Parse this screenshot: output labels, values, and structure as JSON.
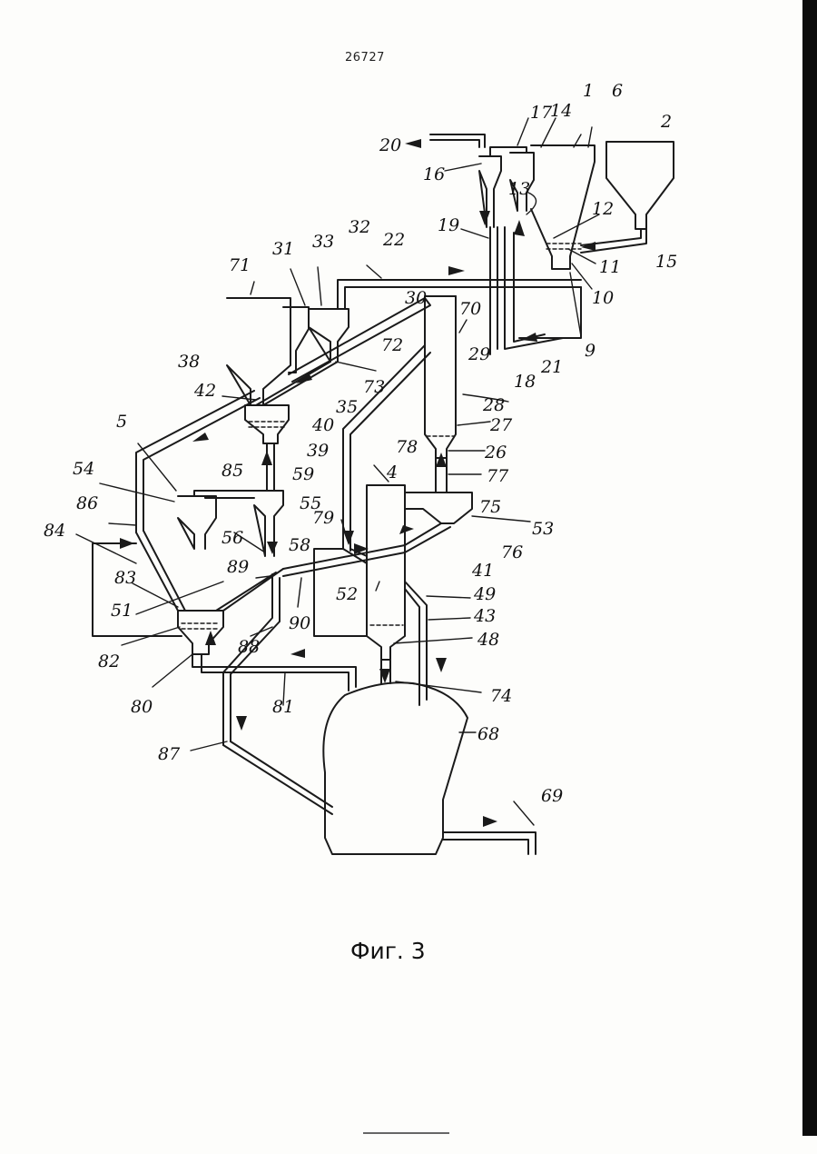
{
  "header": {
    "doc_number": "26727"
  },
  "figure": {
    "caption": "Фиг. 3"
  },
  "labels": [
    {
      "id": "1",
      "text": "1"
    },
    {
      "id": "2",
      "text": "2"
    },
    {
      "id": "4",
      "text": "4"
    },
    {
      "id": "5",
      "text": "5"
    },
    {
      "id": "6",
      "text": "6"
    },
    {
      "id": "9",
      "text": "9"
    },
    {
      "id": "10",
      "text": "10"
    },
    {
      "id": "11",
      "text": "11"
    },
    {
      "id": "12",
      "text": "12"
    },
    {
      "id": "13",
      "text": "13"
    },
    {
      "id": "14",
      "text": "14"
    },
    {
      "id": "15",
      "text": "15"
    },
    {
      "id": "16",
      "text": "16"
    },
    {
      "id": "17",
      "text": "17"
    },
    {
      "id": "18",
      "text": "18"
    },
    {
      "id": "19",
      "text": "19"
    },
    {
      "id": "20",
      "text": "20"
    },
    {
      "id": "21",
      "text": "21"
    },
    {
      "id": "22",
      "text": "22"
    },
    {
      "id": "26",
      "text": "26"
    },
    {
      "id": "27",
      "text": "27"
    },
    {
      "id": "28",
      "text": "28"
    },
    {
      "id": "29",
      "text": "29"
    },
    {
      "id": "30",
      "text": "30"
    },
    {
      "id": "31",
      "text": "31"
    },
    {
      "id": "32",
      "text": "32"
    },
    {
      "id": "33",
      "text": "33"
    },
    {
      "id": "35",
      "text": "35"
    },
    {
      "id": "38",
      "text": "38"
    },
    {
      "id": "39",
      "text": "39"
    },
    {
      "id": "40",
      "text": "40"
    },
    {
      "id": "41",
      "text": "41"
    },
    {
      "id": "42",
      "text": "42"
    },
    {
      "id": "43",
      "text": "43"
    },
    {
      "id": "48",
      "text": "48"
    },
    {
      "id": "49",
      "text": "49"
    },
    {
      "id": "51",
      "text": "51"
    },
    {
      "id": "52",
      "text": "52"
    },
    {
      "id": "53",
      "text": "53"
    },
    {
      "id": "54",
      "text": "54"
    },
    {
      "id": "55",
      "text": "55"
    },
    {
      "id": "56",
      "text": "56"
    },
    {
      "id": "58",
      "text": "58"
    },
    {
      "id": "59",
      "text": "59"
    },
    {
      "id": "68",
      "text": "68"
    },
    {
      "id": "69",
      "text": "69"
    },
    {
      "id": "70",
      "text": "70"
    },
    {
      "id": "71",
      "text": "71"
    },
    {
      "id": "72",
      "text": "72"
    },
    {
      "id": "73",
      "text": "73"
    },
    {
      "id": "74",
      "text": "74"
    },
    {
      "id": "75",
      "text": "75"
    },
    {
      "id": "76",
      "text": "76"
    },
    {
      "id": "77",
      "text": "77"
    },
    {
      "id": "78",
      "text": "78"
    },
    {
      "id": "79",
      "text": "79"
    },
    {
      "id": "80",
      "text": "80"
    },
    {
      "id": "81",
      "text": "81"
    },
    {
      "id": "82",
      "text": "82"
    },
    {
      "id": "83",
      "text": "83"
    },
    {
      "id": "84",
      "text": "84"
    },
    {
      "id": "85",
      "text": "85"
    },
    {
      "id": "86",
      "text": "86"
    },
    {
      "id": "87",
      "text": "87"
    },
    {
      "id": "88",
      "text": "88"
    },
    {
      "id": "89",
      "text": "89"
    },
    {
      "id": "90",
      "text": "90"
    }
  ]
}
